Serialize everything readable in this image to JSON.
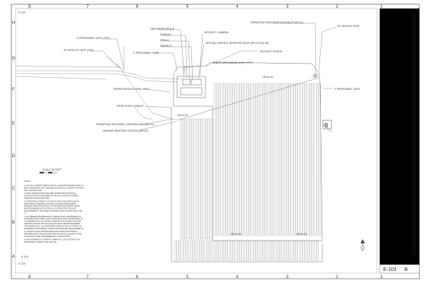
{
  "sheet": {
    "sheet_number": "E-103",
    "revision": "B",
    "top_left_ref": "E-703",
    "bottom_left_refs": [
      "E-103",
      "E-709"
    ]
  },
  "zone_columns": [
    "8",
    "7",
    "6",
    "5",
    "4",
    "3",
    "2",
    "1"
  ],
  "zone_rows": [
    "H",
    "G",
    "F",
    "E",
    "D",
    "C",
    "B",
    "A"
  ],
  "callouts": [
    {
      "id": "grounded-fence",
      "text": "GROUNDED FENCE"
    },
    {
      "id": "dcab",
      "text": "DCAB-01"
    },
    {
      "id": "xfr",
      "text": "XFR-01"
    },
    {
      "id": "swgr",
      "text": "SWGR-01"
    },
    {
      "id": "personnel-gate-typ",
      "text": "4' PERSONNEL GATE (TYP.)"
    },
    {
      "id": "vehicle-gate-typ",
      "text": "20' VEHICLE GATE (TYP.)"
    },
    {
      "id": "personnel-gate-2",
      "text": "4' PERSONNEL GATE"
    },
    {
      "id": "security-camera",
      "text": "SECURITY CAMERA"
    },
    {
      "id": "inverter-rack",
      "text": "VIRTUAL CENTRAL INVERTER RACK (INV-01-INV-28)"
    },
    {
      "id": "security-fence",
      "text": "SECURITY FENCE"
    },
    {
      "id": "terratrak-weather",
      "text": "TERRATRAK WEATHER STATION (TTWS-01)"
    },
    {
      "id": "vehicle-gate-2",
      "text": "20' VEHICLE GATE"
    },
    {
      "id": "fence-grounding",
      "text": "FENCE GROUNDING WHIP (TYP.)"
    },
    {
      "id": "ag-well",
      "text": "50GPM AGRICULTURAL WELL"
    },
    {
      "id": "personnel-gate-3",
      "text": "4' PERSONNEL GATE"
    },
    {
      "id": "inter-row-conduit",
      "text": "INTER ROW CONDUIT"
    },
    {
      "id": "terratrak-controller",
      "text": "TERRATRAK NETWORK CONTROLLER (TNH-01)"
    },
    {
      "id": "nexamp-weather",
      "text": "NEXAMP WEATHER STATION (WS-01)"
    }
  ],
  "cb_tags": [
    "CB-01-01",
    "CB-01-02",
    "CB-01-03",
    "CB-01-04"
  ],
  "notes": {
    "title": "NOTES:",
    "scale_label": "SCALE IN FEET",
    "items": [
      "1.  DC & AC CONDUIT TRENCH FINAL LOCATIONS AND ROUTING TO BE COORDINATED WITH NEXAMP, ELECTRICAL CONTRACTOR AND SITE CONTRACTOR.",
      "2.  RACK FOUNDATIONS AND ARE SHOWN FROM RACKING FOUNDATIONS AS REQUIRED BY RACKING MANUFACTURER SPECIFICATIONS FOR FINAL.",
      "3.  INTER-ROW CONDUIT LOCATIONS SHALL BE INSTALLED AS INDICATED IN DRAWING OR FIELD CHANGE APPROVED BY NEXAMP. SIZE AND QUANTITY OF INTER-ROW CONDUIT SHALL BE DETERMINED BY ELECTRICAL CONTRACTOR FOR NEC REQUIREMENTS. MAX SIZE FOR INTER-ROW CONDUIT SHALL BE 4\".",
      "4.  ANY BREAKS BETWEEN RACK TABLES SHALL BE BONDED TO ADJACENT RACK TABLE. EACH RACK ROW SHALL BE BONDED TO A COMBINER BOX OR STRING INVERTER GROUNDING BUS BAR. USE BUTT-SPLICE SPLICE OR EQUIVALENT WHERE REQUIRED GROUNDING LUG. ALL INTER-ROW CONDUIT SHALL CONTAIN AN EQUIPMENT GROUNDING CONDUCTOR PER NEC REQUIREMENTS.",
      "5.  CONDUIT SHALL BE PROVIDED AND INSTALLED PER NEC REQUIREMENTS AND NEXAMP SPECIFICATIONS. QUANTITY AND LOCATIONS TO BE DETERMINED BY CONTRACTOR.",
      "6.  MAX NUMBER OF CURRENT CARRYING CONDUCTORS IN AN INTER-ROW CONDUIT SHALL BE (40)."
    ]
  },
  "colors": {
    "title_block": "#000000",
    "line": "#555555",
    "light_line": "#999999",
    "background": "#ffffff"
  }
}
